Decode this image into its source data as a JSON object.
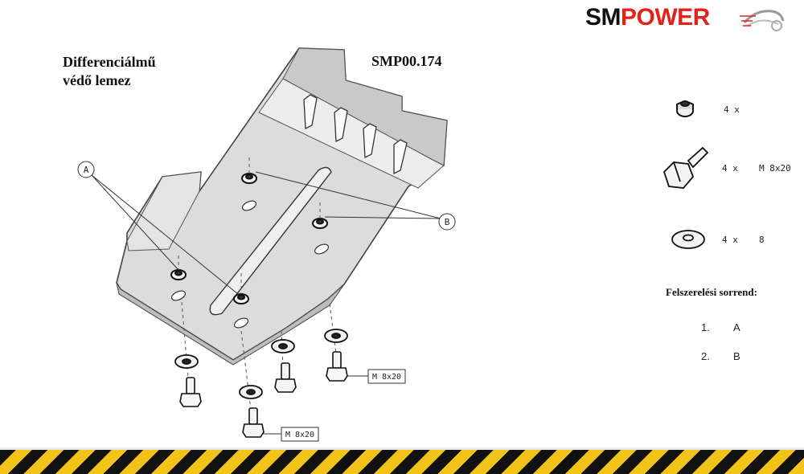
{
  "header": {
    "title_line1": "Differenciálmű",
    "title_line2": "védő lemez",
    "product_code": "SMP00.174",
    "logo_sm": "SM",
    "logo_power": "POWER"
  },
  "diagram": {
    "label_a": "A",
    "label_b": "B",
    "callout_1": "M 8x20",
    "callout_2": "M 8x20"
  },
  "parts": [
    {
      "icon": "nut-icon",
      "qty": "4 x",
      "size": ""
    },
    {
      "icon": "bolt-icon",
      "qty": "4 x",
      "size": "M 8x20"
    },
    {
      "icon": "washer-icon",
      "qty": "4 x",
      "size": "8"
    }
  ],
  "assembly": {
    "title": "Felszerelési sorrend:",
    "steps": [
      {
        "num": "1.",
        "label": "A"
      },
      {
        "num": "2.",
        "label": "B"
      }
    ]
  },
  "colors": {
    "brand_red": "#e2231a",
    "plate_fill": "#d9d9d9",
    "stripe_yellow": "#f2c318"
  }
}
